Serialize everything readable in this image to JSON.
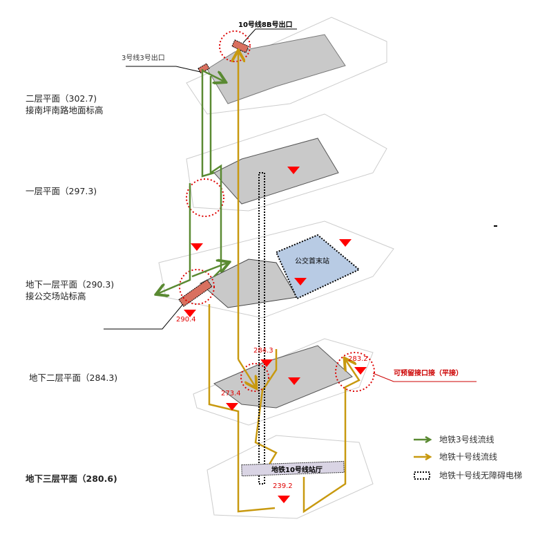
{
  "floors": [
    {
      "label": "二层平面（302.7)",
      "sub": "接南坪南路地面标高"
    },
    {
      "label": "一层平面（297.3)"
    },
    {
      "label": "地下一层平面（290.3)",
      "sub": "接公交场站标高"
    },
    {
      "label": "地下二层平面（284.3)"
    },
    {
      "label": "地下三层平面（280.6)"
    }
  ],
  "callouts": {
    "exit_line10": "10号线8B号出口",
    "exit_line3": "3号线3号出口",
    "bus_terminal": "公交首末站",
    "reserved_interface": "可预留接口接（平接）",
    "station_hall": "地铁10号线站厅"
  },
  "elevations": [
    "290.4",
    "284.3",
    "283.2",
    "273.4",
    "239.2"
  ],
  "legend": [
    {
      "label": "地铁3号线流线",
      "color": "#5a8a32"
    },
    {
      "label": "地铁十号线流线",
      "color": "#c8990f"
    },
    {
      "label": "地铁十号线无障碍电梯",
      "color": "#000000"
    }
  ]
}
